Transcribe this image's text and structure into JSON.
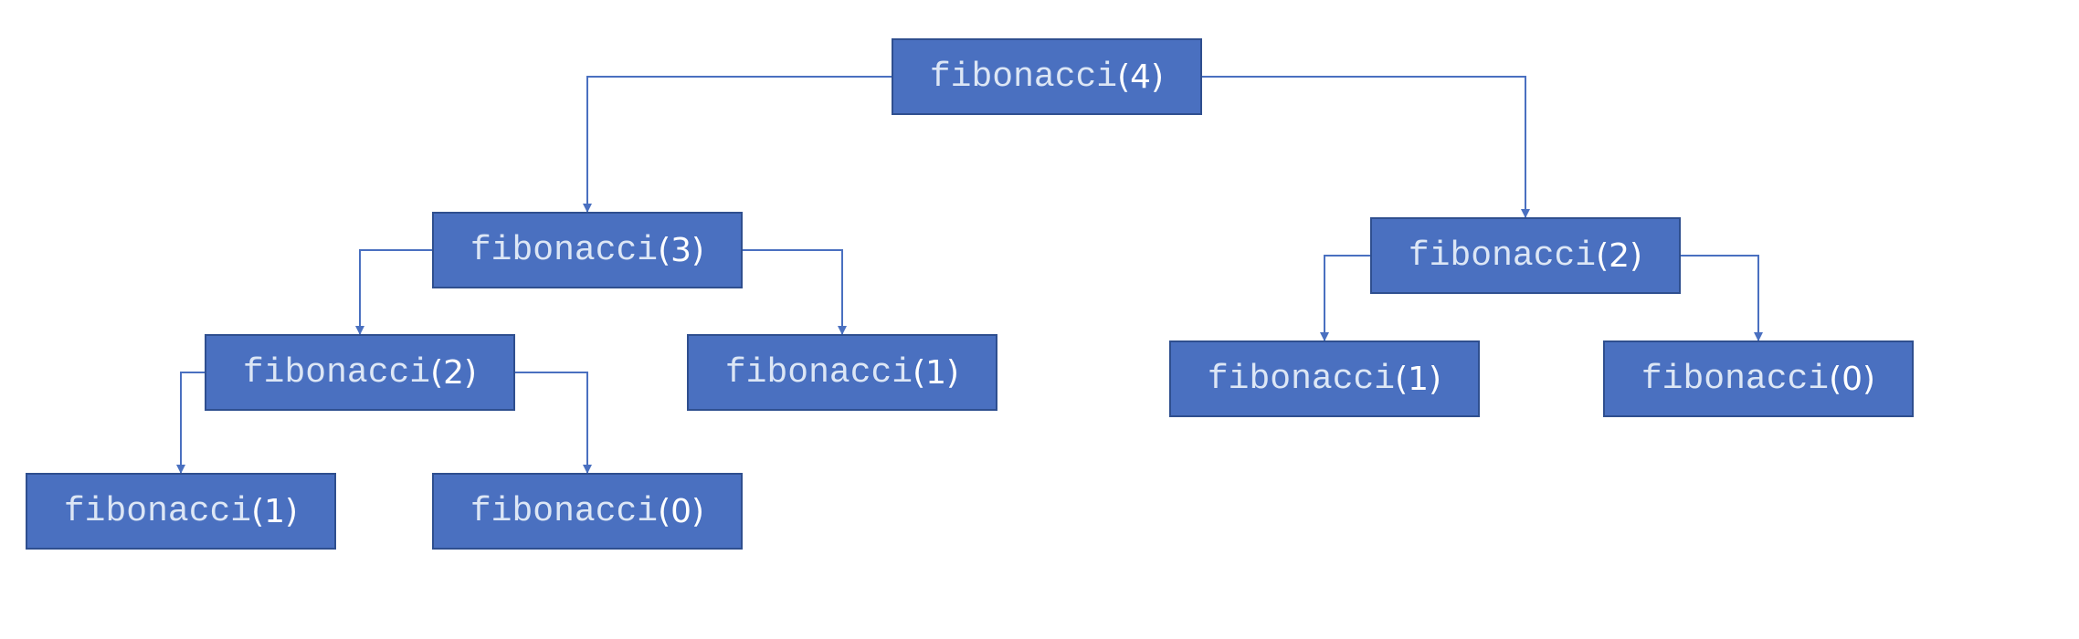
{
  "diagram": {
    "colors": {
      "node_fill": "#4a70c0",
      "node_border": "#2f4f8f",
      "connector": "#4a70c0",
      "function_text": "#dce6f5",
      "argument_text": "#ffffff"
    },
    "nodes": [
      {
        "id": "root",
        "fn": "fibonacci",
        "arg": "(4)"
      },
      {
        "id": "l",
        "fn": "fibonacci",
        "arg": "(3)"
      },
      {
        "id": "r",
        "fn": "fibonacci",
        "arg": "(2)"
      },
      {
        "id": "ll",
        "fn": "fibonacci",
        "arg": "(2)"
      },
      {
        "id": "lr",
        "fn": "fibonacci",
        "arg": "(1)"
      },
      {
        "id": "rl",
        "fn": "fibonacci",
        "arg": "(1)"
      },
      {
        "id": "rr",
        "fn": "fibonacci",
        "arg": "(0)"
      },
      {
        "id": "lll",
        "fn": "fibonacci",
        "arg": "(1)"
      },
      {
        "id": "llr",
        "fn": "fibonacci",
        "arg": "(0)"
      }
    ],
    "edges": [
      {
        "from": "root",
        "to": "l"
      },
      {
        "from": "root",
        "to": "r"
      },
      {
        "from": "l",
        "to": "ll"
      },
      {
        "from": "l",
        "to": "lr"
      },
      {
        "from": "r",
        "to": "rl"
      },
      {
        "from": "r",
        "to": "rr"
      },
      {
        "from": "ll",
        "to": "lll"
      },
      {
        "from": "ll",
        "to": "llr"
      }
    ]
  }
}
